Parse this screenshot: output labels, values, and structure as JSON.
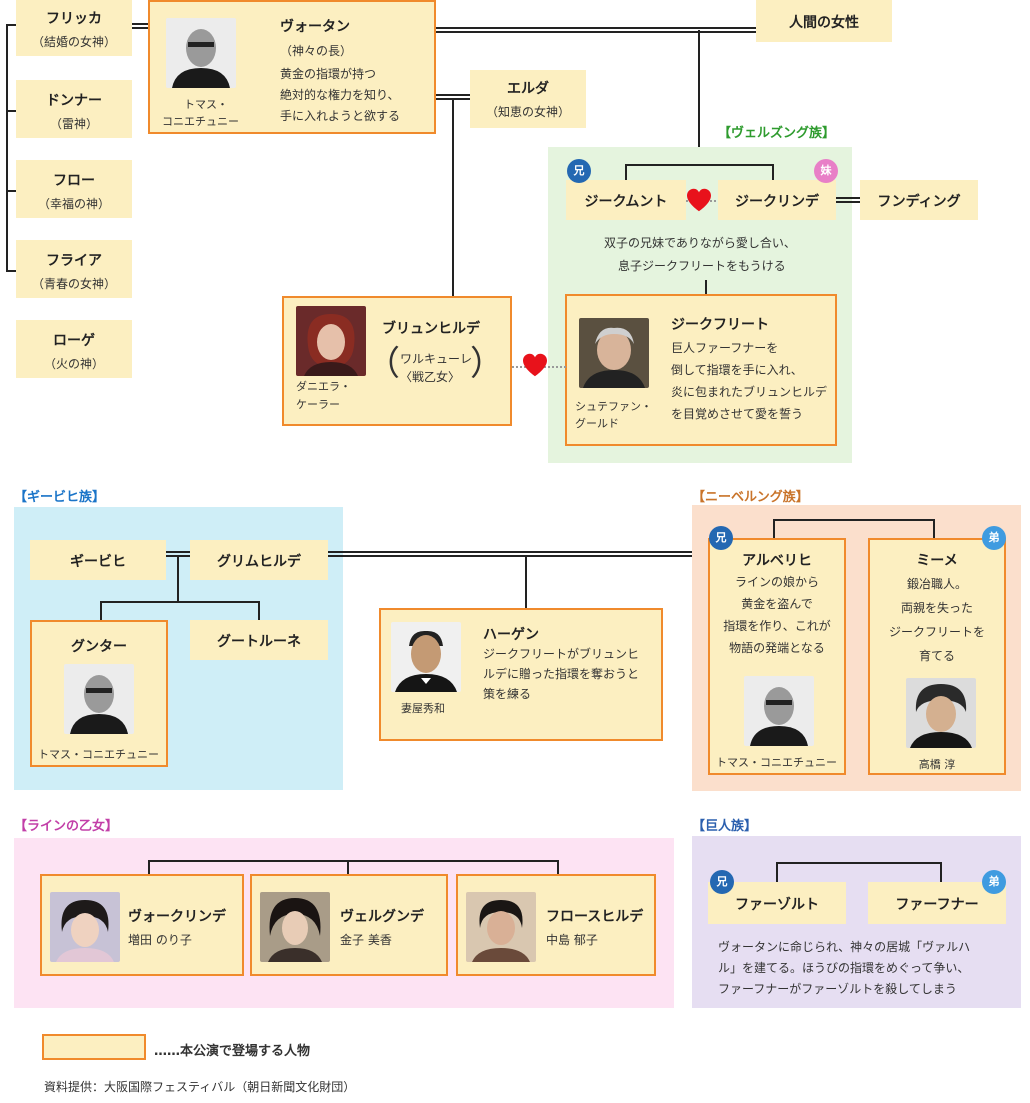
{
  "gods": {
    "fricka": {
      "name": "フリッカ",
      "role": "（結婚の女神）"
    },
    "donner": {
      "name": "ドンナー",
      "role": "（雷神）"
    },
    "froh": {
      "name": "フロー",
      "role": "（幸福の神）"
    },
    "freia": {
      "name": "フライア",
      "role": "（青春の女神）"
    },
    "loge": {
      "name": "ローゲ",
      "role": "（火の神）"
    },
    "wotan": {
      "name": "ヴォータン",
      "role": "（神々の長）",
      "desc": [
        "黄金の指環が持つ",
        "絶対的な権力を知り、",
        "手に入れようと欲する"
      ],
      "actor": [
        "トマス・",
        "コニエチュニー"
      ]
    },
    "erda": {
      "name": "エルダ",
      "role": "（知恵の女神）"
    },
    "human_woman": {
      "name": "人間の女性"
    }
  },
  "walsung": {
    "title": "【ヴェルズング族】",
    "siegmund": {
      "name": "ジークムント",
      "badge": "兄"
    },
    "sieglinde": {
      "name": "ジークリンデ",
      "badge": "妹"
    },
    "hunding": {
      "name": "フンディング"
    },
    "desc": [
      "双子の兄妹でありながら愛し合い、",
      "息子ジークフリートをもうける"
    ],
    "siegfried": {
      "name": "ジークフリート",
      "desc": [
        "巨人ファーフナーを",
        "倒して指環を手に入れ、",
        "炎に包まれたブリュンヒルデ",
        "を目覚めさせて愛を誓う"
      ],
      "actor": [
        "シュテファン・",
        "グールド"
      ]
    }
  },
  "brunnhilde": {
    "name": "ブリュンヒルデ",
    "role": [
      "ワルキューレ",
      "〈戦乙女〉"
    ],
    "paren_open": "（",
    "paren_close": "）",
    "actor": [
      "ダニエラ・",
      "ケーラー"
    ]
  },
  "gibichung": {
    "title": "【ギービヒ族】",
    "gibich": {
      "name": "ギービヒ"
    },
    "grimhilde": {
      "name": "グリムヒルデ"
    },
    "gunther": {
      "name": "グンター",
      "actor": "トマス・コニエチュニー"
    },
    "gutrune": {
      "name": "グートルーネ"
    }
  },
  "hagen": {
    "name": "ハーゲン",
    "desc": [
      "ジークフリートがブリュンヒ",
      "ルデに贈った指環を奪おうと",
      "策を練る"
    ],
    "actor": "妻屋秀和"
  },
  "nibelung": {
    "title": "【ニーベルング族】",
    "alberich": {
      "name": "アルベリヒ",
      "badge": "兄",
      "desc": [
        "ラインの娘から",
        "黄金を盗んで",
        "指環を作り、これが",
        "物語の発端となる"
      ],
      "actor": "トマス・コニエチュニー"
    },
    "mime": {
      "name": "ミーメ",
      "badge": "弟",
      "desc": [
        "鍛冶職人。",
        "両親を失った",
        "ジークフリートを",
        "育てる"
      ],
      "actor": "高橋 淳"
    }
  },
  "rhine": {
    "title": "【ラインの乙女】",
    "woglinde": {
      "name": "ヴォークリンデ",
      "actor": "増田 のり子"
    },
    "wellgunde": {
      "name": "ヴェルグンデ",
      "actor": "金子 美香"
    },
    "flosshilde": {
      "name": "フロースヒルデ",
      "actor": "中島 郁子"
    }
  },
  "giants": {
    "title": "【巨人族】",
    "fasolt": {
      "name": "ファーゾルト",
      "badge": "兄"
    },
    "fafner": {
      "name": "ファーフナー",
      "badge": "弟"
    },
    "desc": [
      "ヴォータンに命じられ、神々の居城「ヴァルハ",
      "ル」を建てる。ほうびの指環をめぐって争い、",
      "ファーフナーがファーゾルトを殺してしまう"
    ]
  },
  "legend": {
    "text": "……本公演で登場する人物"
  },
  "source": "資料提供：大阪国際フェスティバル（朝日新聞文化財団）",
  "colors": {
    "box_fill": "#fcefc1",
    "box_border": "#f08a2c",
    "walsung_bg": "#e5f4de",
    "walsung_title": "#2e9b2e",
    "gibichung_bg": "#cfeef7",
    "gibichung_title": "#1a74c8",
    "nibelung_bg": "#fbdfcc",
    "nibelung_title": "#c9742a",
    "rhine_bg": "#fde3f3",
    "rhine_title": "#c23fa8",
    "giants_bg": "#e6def2",
    "giants_title": "#2b5fae",
    "heart": "#e8121b"
  }
}
